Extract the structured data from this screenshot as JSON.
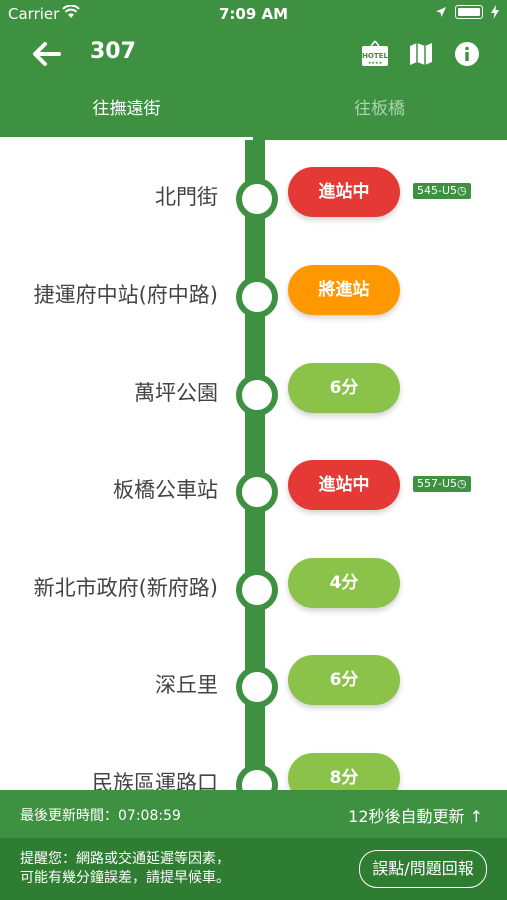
{
  "status_bar": {
    "carrier": "Carrier",
    "time": "7:09 AM"
  },
  "header": {
    "route_name": "307",
    "icons": [
      "back-arrow-icon",
      "hotel-icon",
      "map-icon",
      "info-icon"
    ]
  },
  "tabs": [
    {
      "label": "往撫遠街",
      "active": true
    },
    {
      "label": "往板橋",
      "active": false
    }
  ],
  "colors": {
    "primary": "#3f9142",
    "arriving_red": "#e53935",
    "approaching_orange": "#ff9800",
    "minutes_green": "#8bc34a"
  },
  "stops": [
    {
      "name": "北門街",
      "eta": "進站中",
      "status": "arriving",
      "bus": "545-U5"
    },
    {
      "name": "捷運府中站(府中路)",
      "eta": "將進站",
      "status": "approaching"
    },
    {
      "name": "萬坪公園",
      "eta": "6分",
      "status": "minutes"
    },
    {
      "name": "板橋公車站",
      "eta": "進站中",
      "status": "arriving",
      "bus": "557-U5"
    },
    {
      "name": "新北市政府(新府路)",
      "eta": "4分",
      "status": "minutes"
    },
    {
      "name": "深丘里",
      "eta": "6分",
      "status": "minutes"
    },
    {
      "name": "民族區運路口",
      "eta": "8分",
      "status": "minutes"
    }
  ],
  "update_bar": {
    "last_update": "最後更新時間：07:08:59",
    "auto_refresh": "12秒後自動更新 ↑"
  },
  "notice": {
    "line1": "提醒您：網路或交通延遲等因素，",
    "line2": "可能有幾分鐘誤差，請提早候車。",
    "report_label": "誤點/問題回報"
  }
}
